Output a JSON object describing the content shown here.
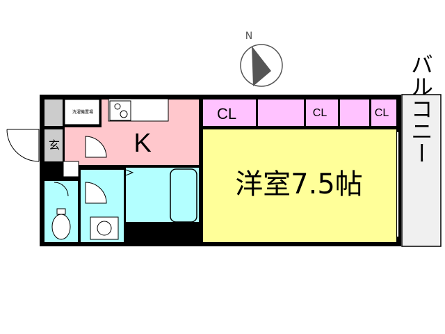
{
  "compass": {
    "label": "N"
  },
  "rooms": {
    "kitchen": "K",
    "entrance": "玄",
    "western_room": "洋室7.5帖",
    "balcony": "バルコニー"
  },
  "closets": [
    "CL",
    "CL",
    "CL"
  ],
  "laundry": "洗濯機置場",
  "colors": {
    "kitchen": "#ffc7cc",
    "closet": "#ffc2ff",
    "western_room": "#ffff99",
    "wet_area": "#b3ffff",
    "entrance": "#cccccc",
    "balcony": "#f0f0f0",
    "wall": "#000000"
  }
}
